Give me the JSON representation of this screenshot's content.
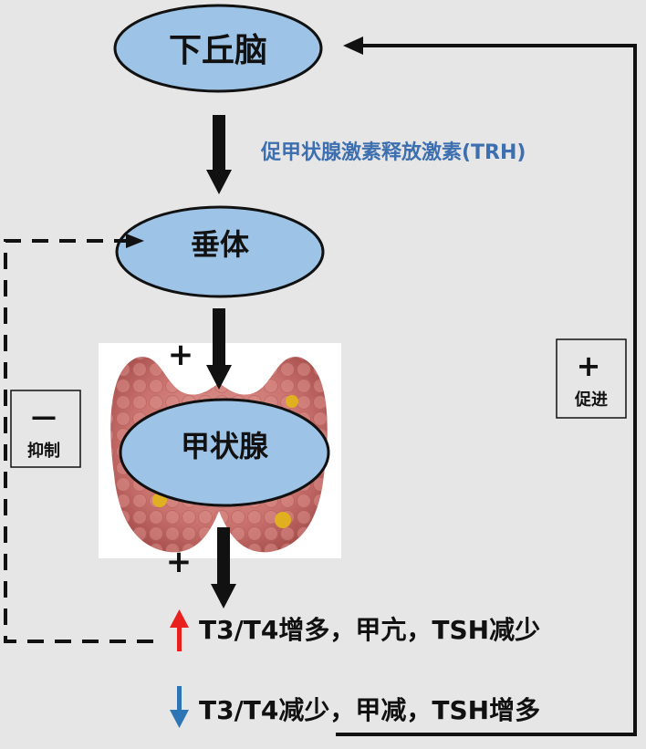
{
  "nodes": {
    "hypothalamus": "下丘脑",
    "pituitary": "垂体",
    "thyroid": "甲状腺"
  },
  "trh_label": "促甲状腺激素释放激素(TRH)",
  "plus_sign": "+",
  "minus_sign": "—",
  "inhibit_label": "抑制",
  "promote_label": "促进",
  "effects": {
    "increase": "T3/T4增多，甲亢，TSH减少",
    "decrease": "T3/T4减少，甲减，TSH增多"
  },
  "colors": {
    "background": "#e6e6e6",
    "ellipse_fill": "#9dc3e6",
    "trh_text": "#3d6fb0",
    "up_arrow": "#e8211f",
    "down_arrow": "#2e75b6"
  }
}
